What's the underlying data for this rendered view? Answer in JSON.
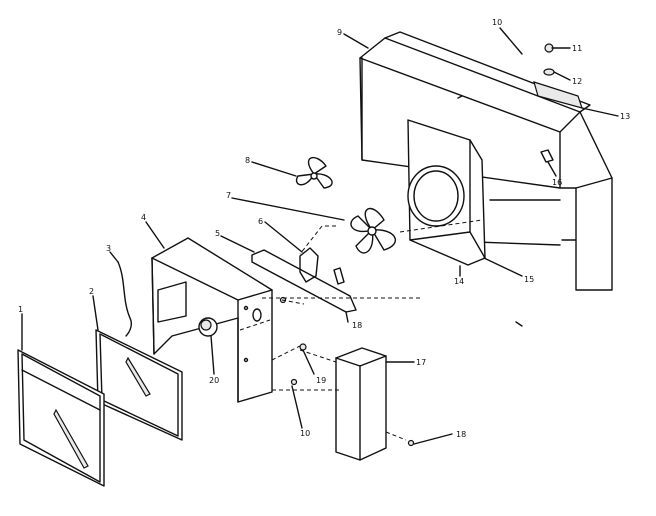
{
  "callouts": {
    "c1": "1",
    "c2": "2",
    "c3": "3",
    "c4": "4",
    "c5": "5",
    "c6": "6",
    "c7": "7",
    "c8": "8",
    "c9": "9",
    "c10": "10",
    "c11": "11",
    "c12": "12",
    "c13": "13",
    "c14": "14",
    "c15": "15",
    "c16": "16",
    "c17": "17",
    "c18a": "18",
    "c18b": "18",
    "c19": "19",
    "c20": "20",
    "c10b": "10"
  }
}
